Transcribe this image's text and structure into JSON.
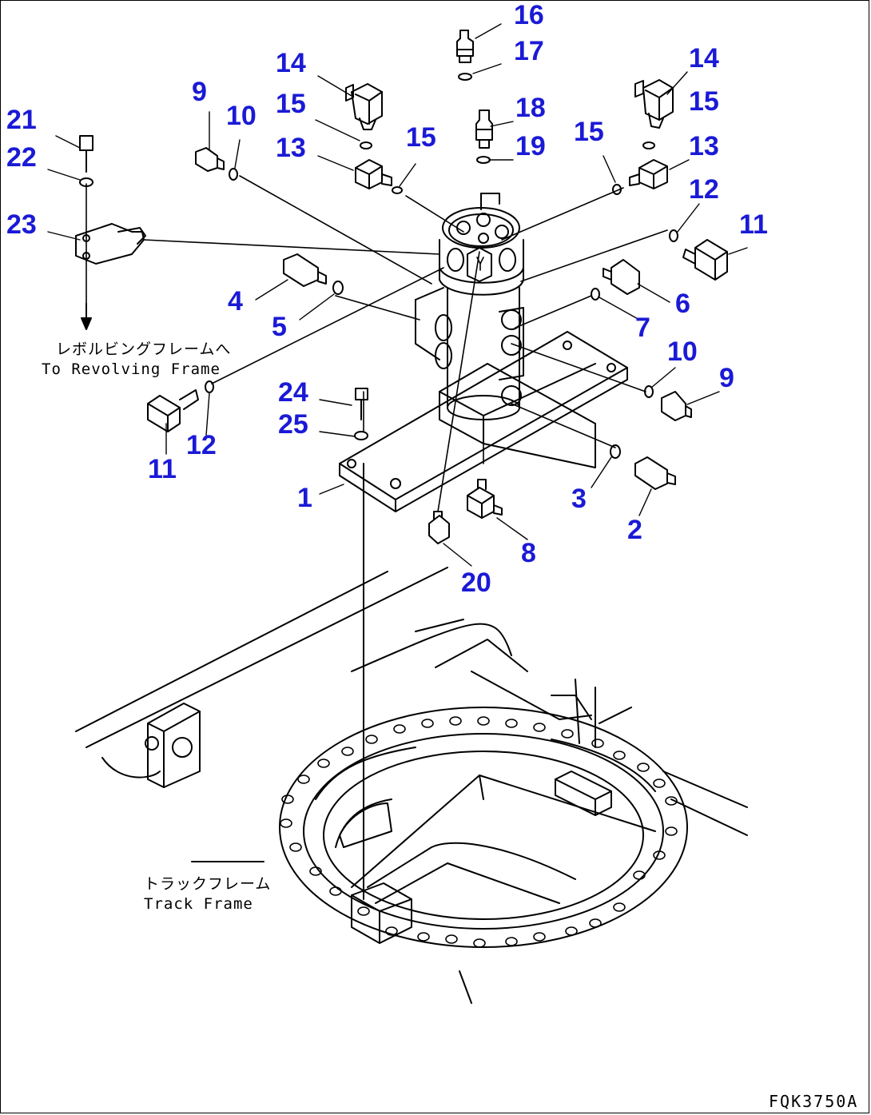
{
  "callouts": [
    {
      "id": "c16",
      "text": "16"
    },
    {
      "id": "c17",
      "text": "17"
    },
    {
      "id": "c14a",
      "text": "14"
    },
    {
      "id": "c14b",
      "text": "14"
    },
    {
      "id": "c9a",
      "text": "9"
    },
    {
      "id": "c10a",
      "text": "10"
    },
    {
      "id": "c15a",
      "text": "15"
    },
    {
      "id": "c18",
      "text": "18"
    },
    {
      "id": "c15b",
      "text": "15"
    },
    {
      "id": "c21",
      "text": "21"
    },
    {
      "id": "c13a",
      "text": "13"
    },
    {
      "id": "c15c",
      "text": "15"
    },
    {
      "id": "c19",
      "text": "19"
    },
    {
      "id": "c15d",
      "text": "15"
    },
    {
      "id": "c13b",
      "text": "13"
    },
    {
      "id": "c22",
      "text": "22"
    },
    {
      "id": "c12a",
      "text": "12"
    },
    {
      "id": "c23",
      "text": "23"
    },
    {
      "id": "c11a",
      "text": "11"
    },
    {
      "id": "c4",
      "text": "4"
    },
    {
      "id": "c6",
      "text": "6"
    },
    {
      "id": "c5",
      "text": "5"
    },
    {
      "id": "c7",
      "text": "7"
    },
    {
      "id": "c10b",
      "text": "10"
    },
    {
      "id": "c9b",
      "text": "9"
    },
    {
      "id": "c24",
      "text": "24"
    },
    {
      "id": "c25",
      "text": "25"
    },
    {
      "id": "c11b",
      "text": "11"
    },
    {
      "id": "c12b",
      "text": "12"
    },
    {
      "id": "c1",
      "text": "1"
    },
    {
      "id": "c3",
      "text": "3"
    },
    {
      "id": "c2",
      "text": "2"
    },
    {
      "id": "c8",
      "text": "8"
    },
    {
      "id": "c20",
      "text": "20"
    }
  ],
  "notes": {
    "revolving_jp": "レボルビングフレームへ",
    "revolving_en": "To Revolving Frame",
    "track_jp": "トラックフレーム",
    "track_en": "Track Frame"
  },
  "drawing_code": "FQK3750A",
  "colors": {
    "callout": "#1a1ad6",
    "line": "#000000"
  }
}
